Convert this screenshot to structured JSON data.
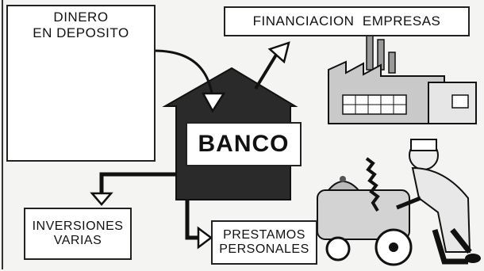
{
  "deposit": {
    "line1": "DINERO",
    "line2": "EN DEPOSITO"
  },
  "financing": {
    "label": "FINANCIACION  EMPRESAS"
  },
  "bank": {
    "label": "BANCO"
  },
  "investments": {
    "line1": "INVERSIONES",
    "line2": "VARIAS"
  },
  "loans": {
    "line1": "PRESTAMOS",
    "line2": "PERSONALES"
  },
  "money_symbol": "$",
  "colors": {
    "ink": "#1a1a1a",
    "paper": "#ffffff",
    "house": "#2a2a2a",
    "shade": "#bdbdbd"
  }
}
